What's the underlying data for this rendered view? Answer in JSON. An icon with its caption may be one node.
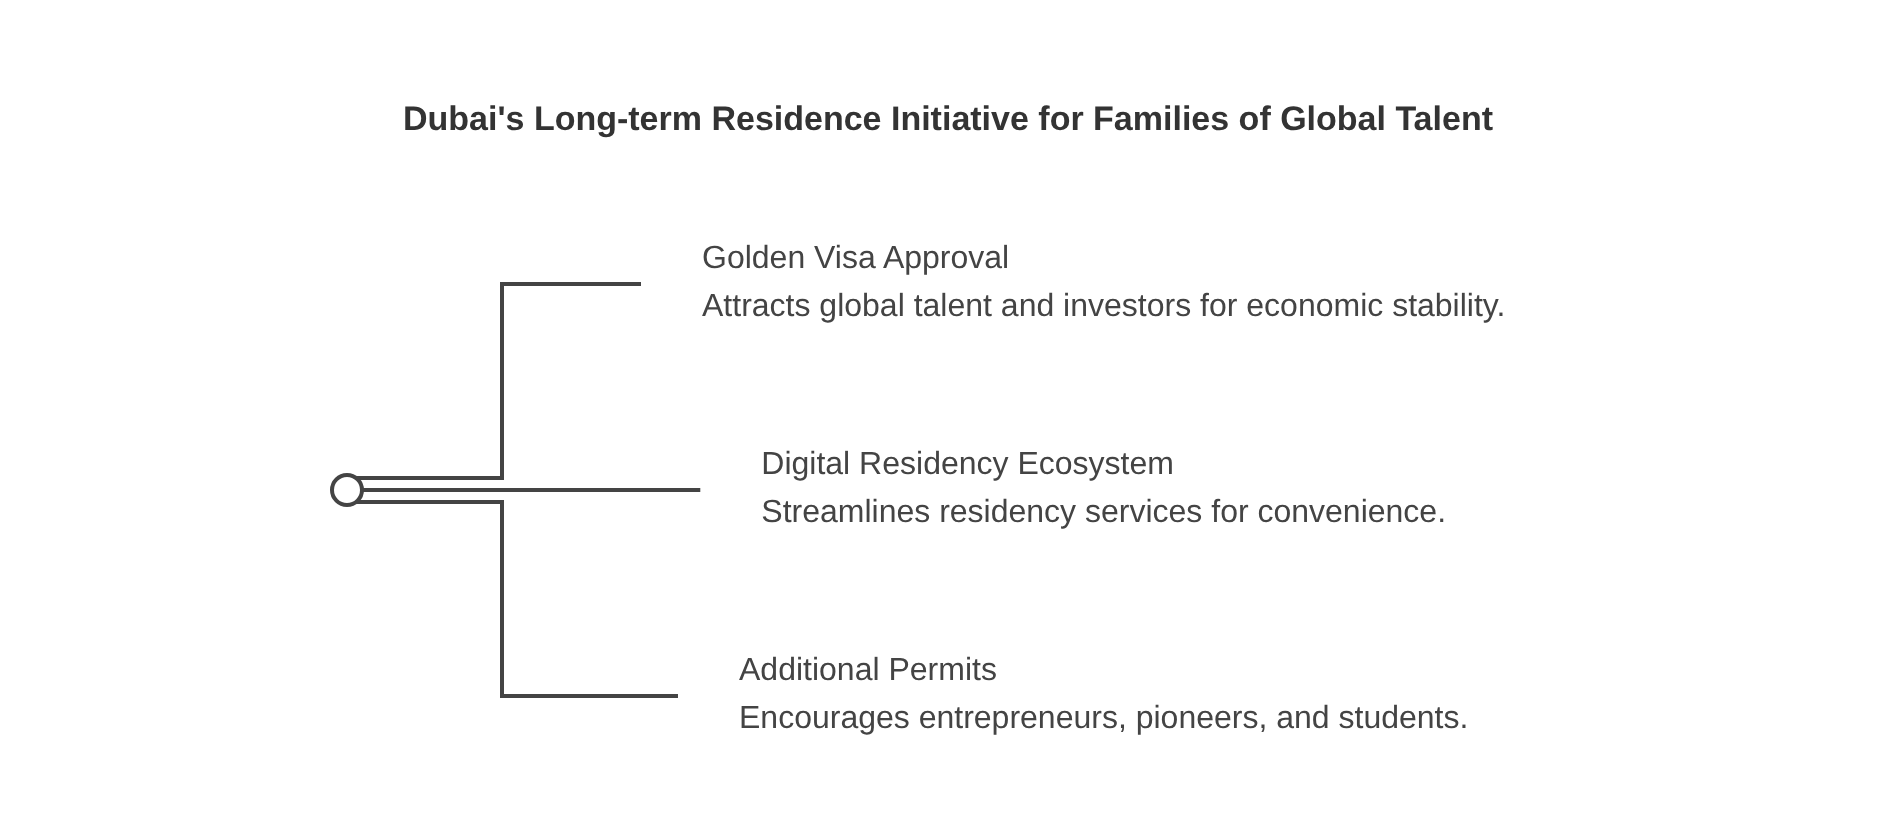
{
  "diagram": {
    "title": "Dubai's Long-term Residence Initiative for Families of Global Talent",
    "nodes": [
      {
        "text": [],
        "shape": "circle"
      },
      {
        "text": [
          "Golden Visa Approval",
          "Attracts global talent and investors for economic stability."
        ]
      },
      {
        "text": [
          "Digital Residency Ecosystem",
          "Streamlines residency services for convenience."
        ]
      },
      {
        "text": [
          "Additional Permits",
          "Encourages entrepreneurs, pioneers, and students."
        ]
      }
    ],
    "edges": [
      {
        "from": 0,
        "to": 1,
        "arrow": "none"
      },
      {
        "from": 0,
        "to": 2,
        "arrow": "none"
      },
      {
        "from": 0,
        "to": 3,
        "arrow": "none"
      }
    ]
  }
}
